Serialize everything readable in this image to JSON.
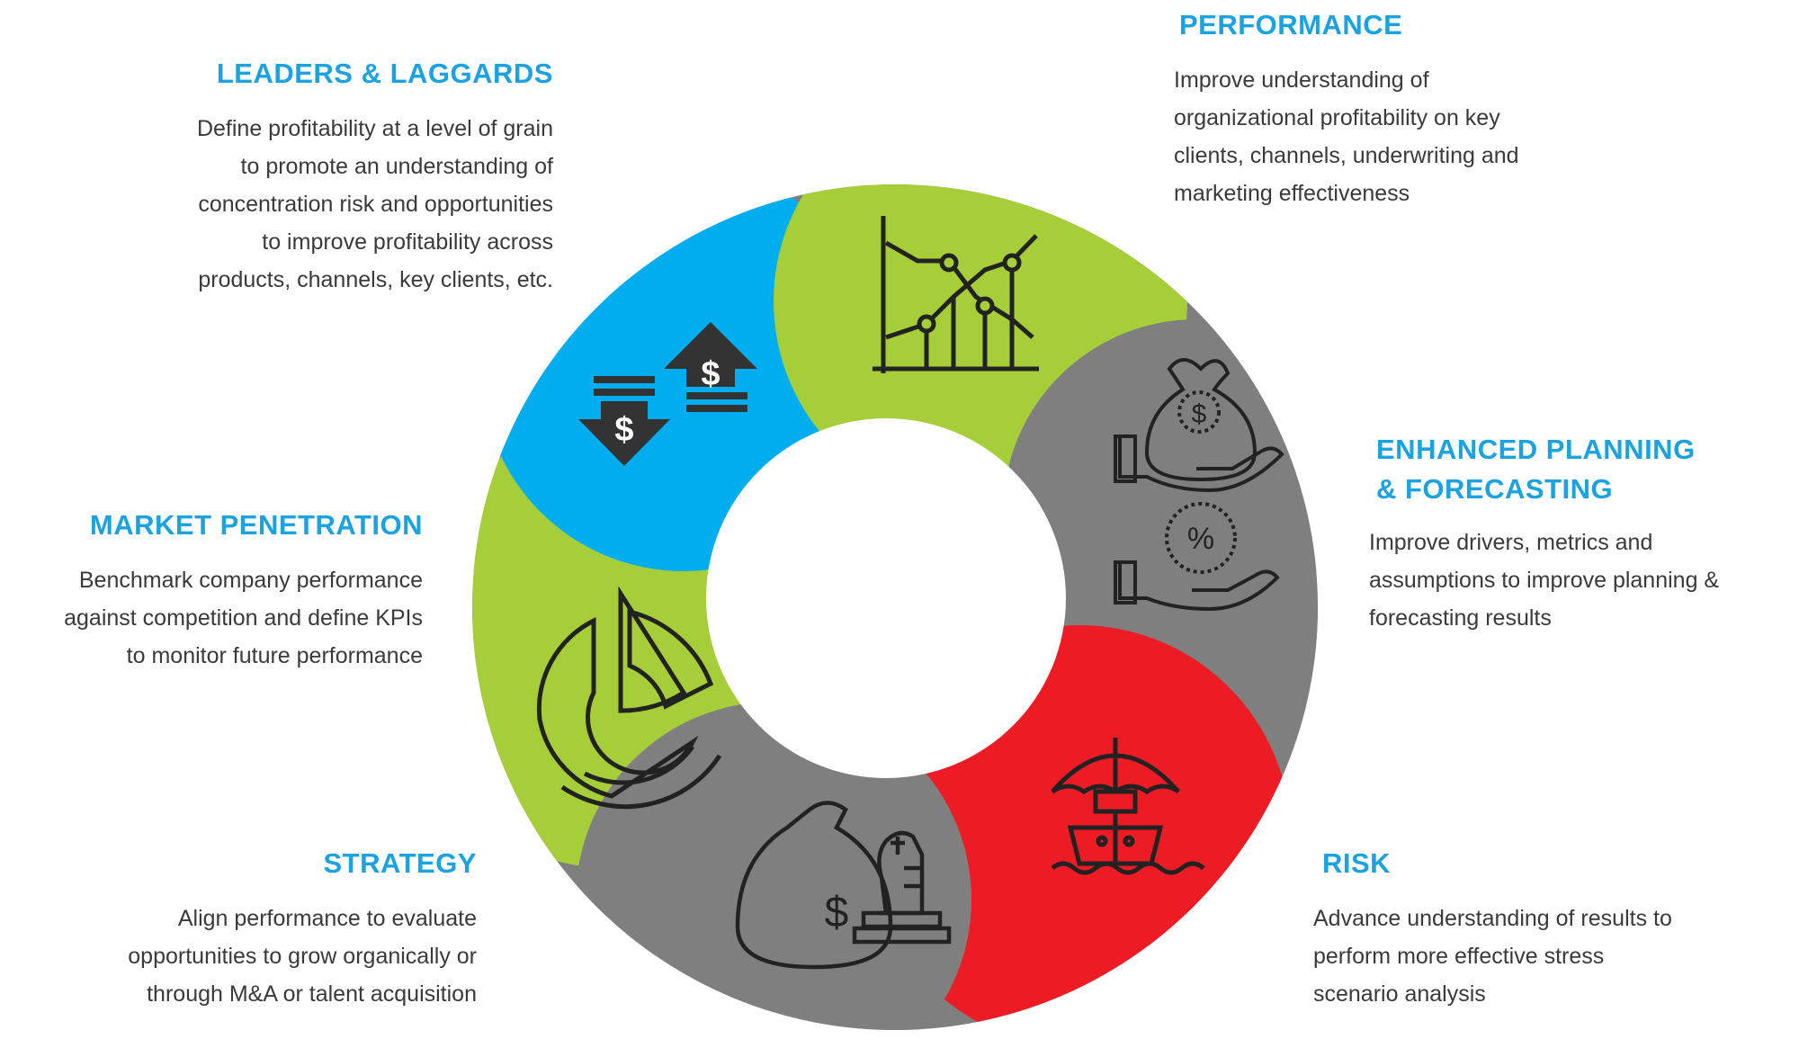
{
  "colors": {
    "blue": "#00aeef",
    "green": "#a6ce39",
    "gray": "#7f7f7f",
    "red": "#ed1c24",
    "title": "#1aa3e0",
    "text": "#3a3a3a"
  },
  "segments": [
    {
      "color": "blue",
      "icon": "dollar-arrows-icon"
    },
    {
      "color": "green",
      "icon": "line-chart-icon"
    },
    {
      "color": "gray",
      "icon": "money-bag-hand-icon"
    },
    {
      "color": "red",
      "icon": "umbrella-ship-icon"
    },
    {
      "color": "gray",
      "icon": "money-bag-chess-icon"
    },
    {
      "color": "green",
      "icon": "pie-chart-icon"
    }
  ],
  "sections": {
    "leaders_laggards": {
      "title": "LEADERS & LAGGARDS",
      "lines": [
        "Define profitability at a level of grain",
        "to promote an understanding of",
        "concentration risk and opportunities",
        "to improve profitability across",
        "products, channels, key clients, etc."
      ]
    },
    "performance": {
      "title": "PERFORMANCE",
      "lines": [
        "Improve understanding of",
        "organizational profitability on key",
        "clients, channels, underwriting and",
        "marketing effectiveness"
      ]
    },
    "planning": {
      "title_line1": "ENHANCED PLANNING",
      "title_line2": "& FORECASTING",
      "lines": [
        "Improve drivers, metrics and",
        "assumptions to improve planning &",
        "forecasting results"
      ]
    },
    "market_penetration": {
      "title": "MARKET PENETRATION",
      "lines": [
        "Benchmark company performance",
        "against competition and define KPIs",
        "to monitor future performance"
      ]
    },
    "strategy": {
      "title": "STRATEGY",
      "lines": [
        "Align performance to evaluate",
        "opportunities to grow organically or",
        "through M&A or talent acquisition"
      ]
    },
    "risk": {
      "title": "RISK",
      "lines": [
        "Advance understanding of results to",
        "perform more effective stress",
        "scenario analysis"
      ]
    }
  }
}
